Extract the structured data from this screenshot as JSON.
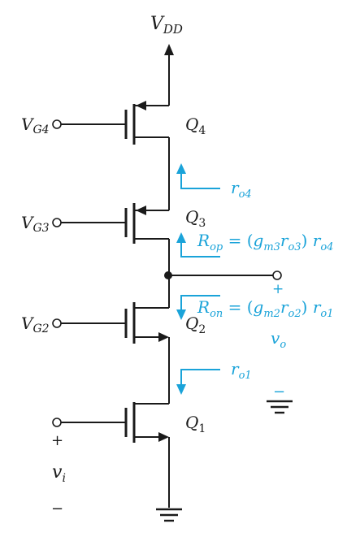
{
  "colors": {
    "ink": "#1a1a1a",
    "accent": "#1aa3d9"
  },
  "labels": {
    "vdd": {
      "main": "V",
      "sub": "DD"
    },
    "vg4": {
      "main": "V",
      "sub": "G4"
    },
    "vg3": {
      "main": "V",
      "sub": "G3"
    },
    "vg2": {
      "main": "V",
      "sub": "G2"
    },
    "q4": {
      "main": "Q",
      "sub": "4"
    },
    "q3": {
      "main": "Q",
      "sub": "3"
    },
    "q2": {
      "main": "Q",
      "sub": "2"
    },
    "q1": {
      "main": "Q",
      "sub": "1"
    },
    "ro4": {
      "main": "r",
      "sub": "o4"
    },
    "ro1": {
      "main": "r",
      "sub": "o1"
    },
    "rop": {
      "r": "R",
      "r_sub": "op",
      "eq": " = (",
      "g": "g",
      "g_sub": "m3",
      "r2": "r",
      "r2_sub": "o3",
      "close": ") ",
      "r3": "r",
      "r3_sub": "o4"
    },
    "ron": {
      "r": "R",
      "r_sub": "on",
      "eq": " = (",
      "g": "g",
      "g_sub": "m2",
      "r2": "r",
      "r2_sub": "o2",
      "close": ") ",
      "r3": "r",
      "r3_sub": "o1"
    },
    "vo": {
      "main": "v",
      "sub": "o"
    },
    "vi": {
      "main": "v",
      "sub": "i"
    },
    "plus": "+",
    "minus": "−"
  }
}
